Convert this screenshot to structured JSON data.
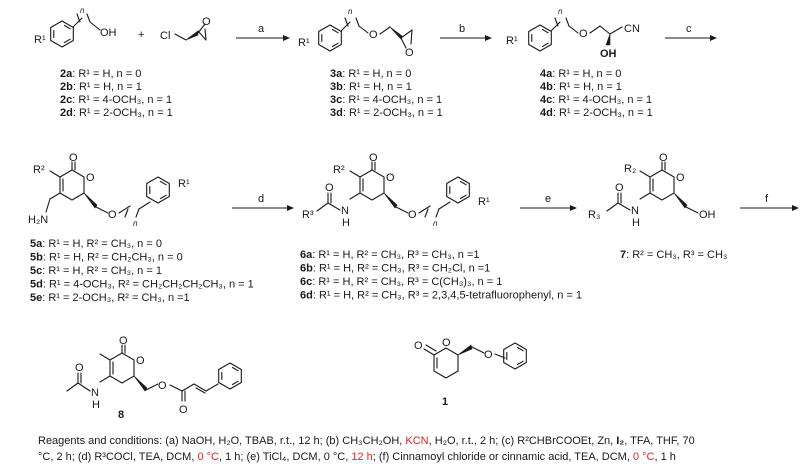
{
  "arrows": [
    {
      "label": "a"
    },
    {
      "label": "b"
    },
    {
      "label": "c"
    },
    {
      "label": "d"
    },
    {
      "label": "e"
    },
    {
      "label": "f"
    }
  ],
  "compounds": {
    "c2": [
      {
        "id": "2a",
        "desc": ": R¹ = H, n = 0"
      },
      {
        "id": "2b",
        "desc": ": R¹ = H, n = 1"
      },
      {
        "id": "2c",
        "desc": ": R¹ = 4-OCH₃, n = 1"
      },
      {
        "id": "2d",
        "desc": ": R¹ = 2-OCH₃, n = 1"
      }
    ],
    "c3": [
      {
        "id": "3a",
        "desc": ": R¹ = H, n = 0"
      },
      {
        "id": "3b",
        "desc": ": R¹ = H, n = 1"
      },
      {
        "id": "3c",
        "desc": ": R¹ = 4-OCH₃, n = 1"
      },
      {
        "id": "3d",
        "desc": ": R¹ = 2-OCH₃, n = 1"
      }
    ],
    "c4": [
      {
        "id": "4a",
        "desc": ": R¹ = H, n = 0"
      },
      {
        "id": "4b",
        "desc": ": R¹ = H, n = 1"
      },
      {
        "id": "4c",
        "desc": ": R¹ = 4-OCH₃, n = 1"
      },
      {
        "id": "4d",
        "desc": ": R¹ = 2-OCH₃, n = 1"
      }
    ],
    "c5": [
      {
        "id": "5a",
        "desc": ": R¹ = H, R² = CH₃, n = 0"
      },
      {
        "id": "5b",
        "desc": ": R¹ = H, R² = CH₂CH₃, n = 0"
      },
      {
        "id": "5c",
        "desc": ": R¹ = H, R² = CH₃, n = 1"
      },
      {
        "id": "5d",
        "desc": ": R¹ = 4-OCH₃, R² = CH₂CH₂CH₂CH₃, n = 1"
      },
      {
        "id": "5e",
        "desc": ": R¹ = 2-OCH₃, R² = CH₃, n =1"
      }
    ],
    "c6": [
      {
        "id": "6a",
        "desc": ": R¹ = H, R² = CH₃, R³ = CH₃, n =1"
      },
      {
        "id": "6b",
        "desc": ": R¹ = H, R² = CH₃, R³ = CH₂Cl, n =1"
      },
      {
        "id": "6c",
        "desc": ": R¹ = H, R² = CH₃, R³ = C(CH₃)₃, n = 1"
      },
      {
        "id": "6d",
        "desc": ": R¹ = H, R² = CH₃, R³ = 2,3,4,5-tetrafluorophenyl, n = 1"
      }
    ],
    "c7": {
      "id": "7",
      "desc": ": R² = CH₃, R³ = CH₃"
    },
    "c8": {
      "id": "8"
    },
    "c1": {
      "id": "1"
    }
  },
  "atoms": {
    "s2_r": "R¹",
    "s2_oh": "OH",
    "s2_n": "n",
    "plus": "+",
    "cl": "Cl",
    "ep_o": "O",
    "s3_r": "R¹",
    "s3_n": "n",
    "s3_o": "O",
    "s3_epo": "O",
    "s4_r": "R¹",
    "s4_n": "n",
    "s4_o": "O",
    "s4_oh": "OH",
    "s4_cn": "CN",
    "s5_o1": "O",
    "s5_o2": "O",
    "s5_r2": "R²",
    "s5_h2n": "H₂N",
    "s5_oe": "O",
    "s5_n": "n",
    "s5_r1": "R¹",
    "s6_o1": "O",
    "s6_o2": "O",
    "s6_r2": "R²",
    "s6_o3": "O",
    "s6_r3": "R³",
    "s6_nh": "N",
    "s6_h": "H",
    "s6_oe": "O",
    "s6_n": "n",
    "s6_r1": "R¹",
    "s7_o1": "O",
    "s7_o2": "O",
    "s7_r2": "R₂",
    "s7_o3": "O",
    "s7_r3": "R₃",
    "s7_nh": "N",
    "s7_h": "H",
    "s7_oh": "OH",
    "s8_o1": "O",
    "s8_o2": "O",
    "s8_o3": "O",
    "s8_nh": "N",
    "s8_h": "H",
    "s8_oe": "O",
    "s8_oc": "O",
    "s1_o1": "O",
    "s1_o2": "O",
    "s1_oe": "O"
  },
  "conditions": {
    "line1": [
      {
        "text": "Reagents and conditions: (a) NaOH, H₂O, TBAB, r.t., 12 h; (b) CH₃CH₂OH, "
      },
      {
        "text": "KCN",
        "red": true
      },
      {
        "text": ", H₂O, r.t., 2 h; (c) R²CHBrCOOEt, Zn, "
      },
      {
        "text": "I₂",
        "bold": true
      },
      {
        "text": ", TFA, THF, 70"
      }
    ],
    "line2": [
      {
        "text": "°C, 2 h; (d) R³COCl, TEA, DCM, "
      },
      {
        "text": "0 °C",
        "red": true
      },
      {
        "text": ", 1 h; (e) TiCl₄, DCM, 0 °C, "
      },
      {
        "text": "12 h",
        "red": true
      },
      {
        "text": "; (f) Cinnamoyl chloride or cinnamic acid, TEA, DCM, "
      },
      {
        "text": "0 °C",
        "red": true
      },
      {
        "text": ", 1 h"
      }
    ]
  }
}
